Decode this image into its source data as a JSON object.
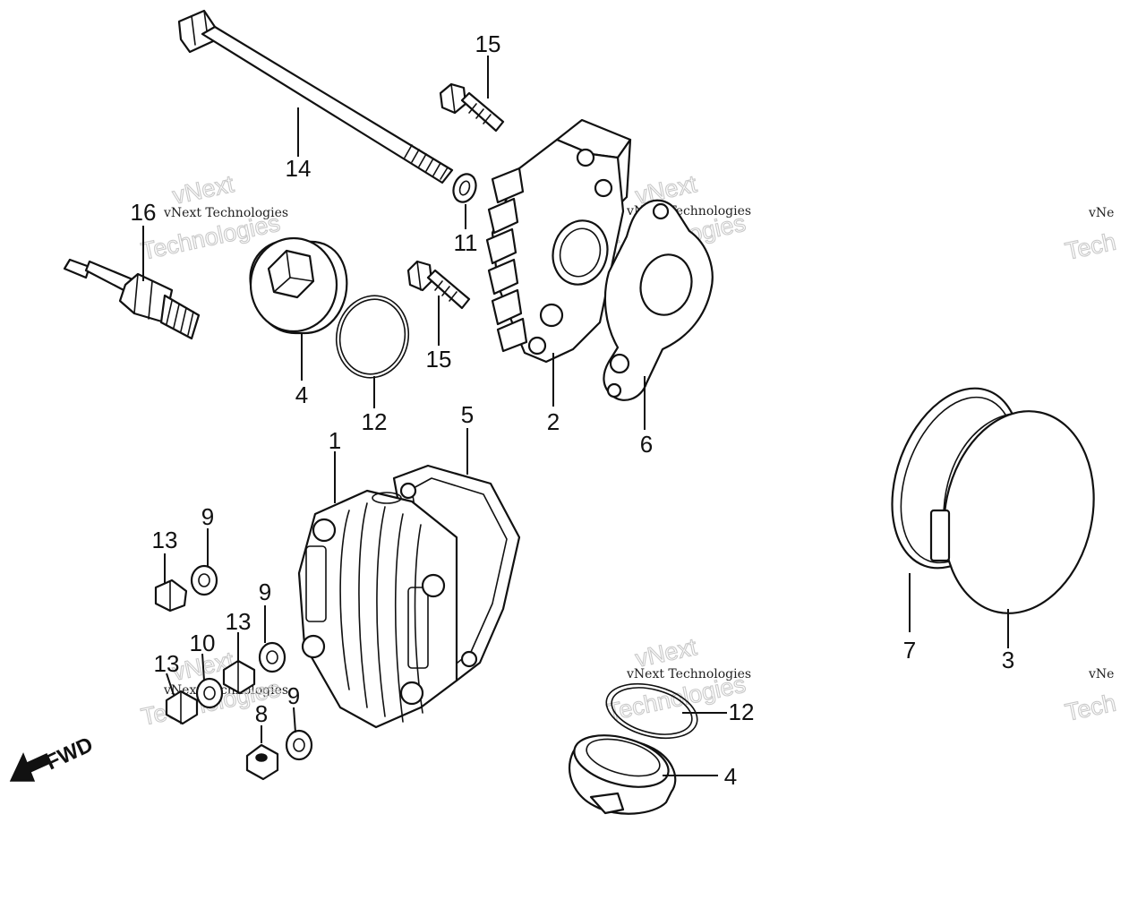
{
  "diagram": {
    "callouts": {
      "c1": "1",
      "c2": "2",
      "c3": "3",
      "c4a": "4",
      "c4b": "4",
      "c5": "5",
      "c6": "6",
      "c7": "7",
      "c8": "8",
      "c9a": "9",
      "c9b": "9",
      "c9c": "9",
      "c10": "10",
      "c11": "11",
      "c12a": "12",
      "c12b": "12",
      "c13a": "13",
      "c13b": "13",
      "c13c": "13",
      "c14": "14",
      "c15a": "15",
      "c15b": "15",
      "c16": "16"
    },
    "direction_label": "FWD",
    "watermark": {
      "company": "vNext Technologies",
      "line1": "vNext",
      "line2": "Technologies",
      "partial_small": "vNe",
      "partial_big": "Tech"
    }
  }
}
